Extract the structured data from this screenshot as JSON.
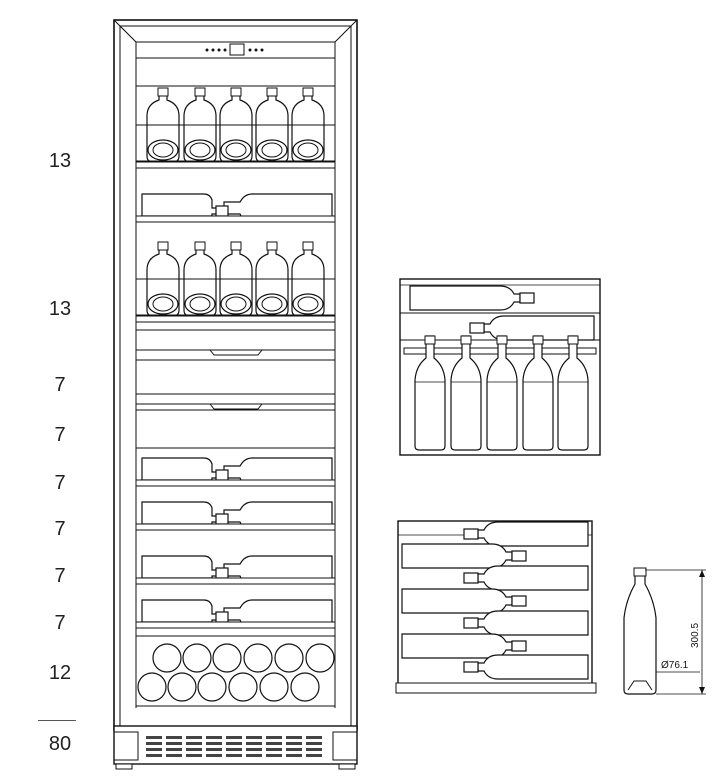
{
  "capacity_labels": [
    "13",
    "13",
    "7",
    "7",
    "7",
    "7",
    "7",
    "7",
    "12"
  ],
  "total_capacity": "80",
  "bottle_dimensions": {
    "height": "300.5",
    "diameter": "Ø76.1"
  }
}
